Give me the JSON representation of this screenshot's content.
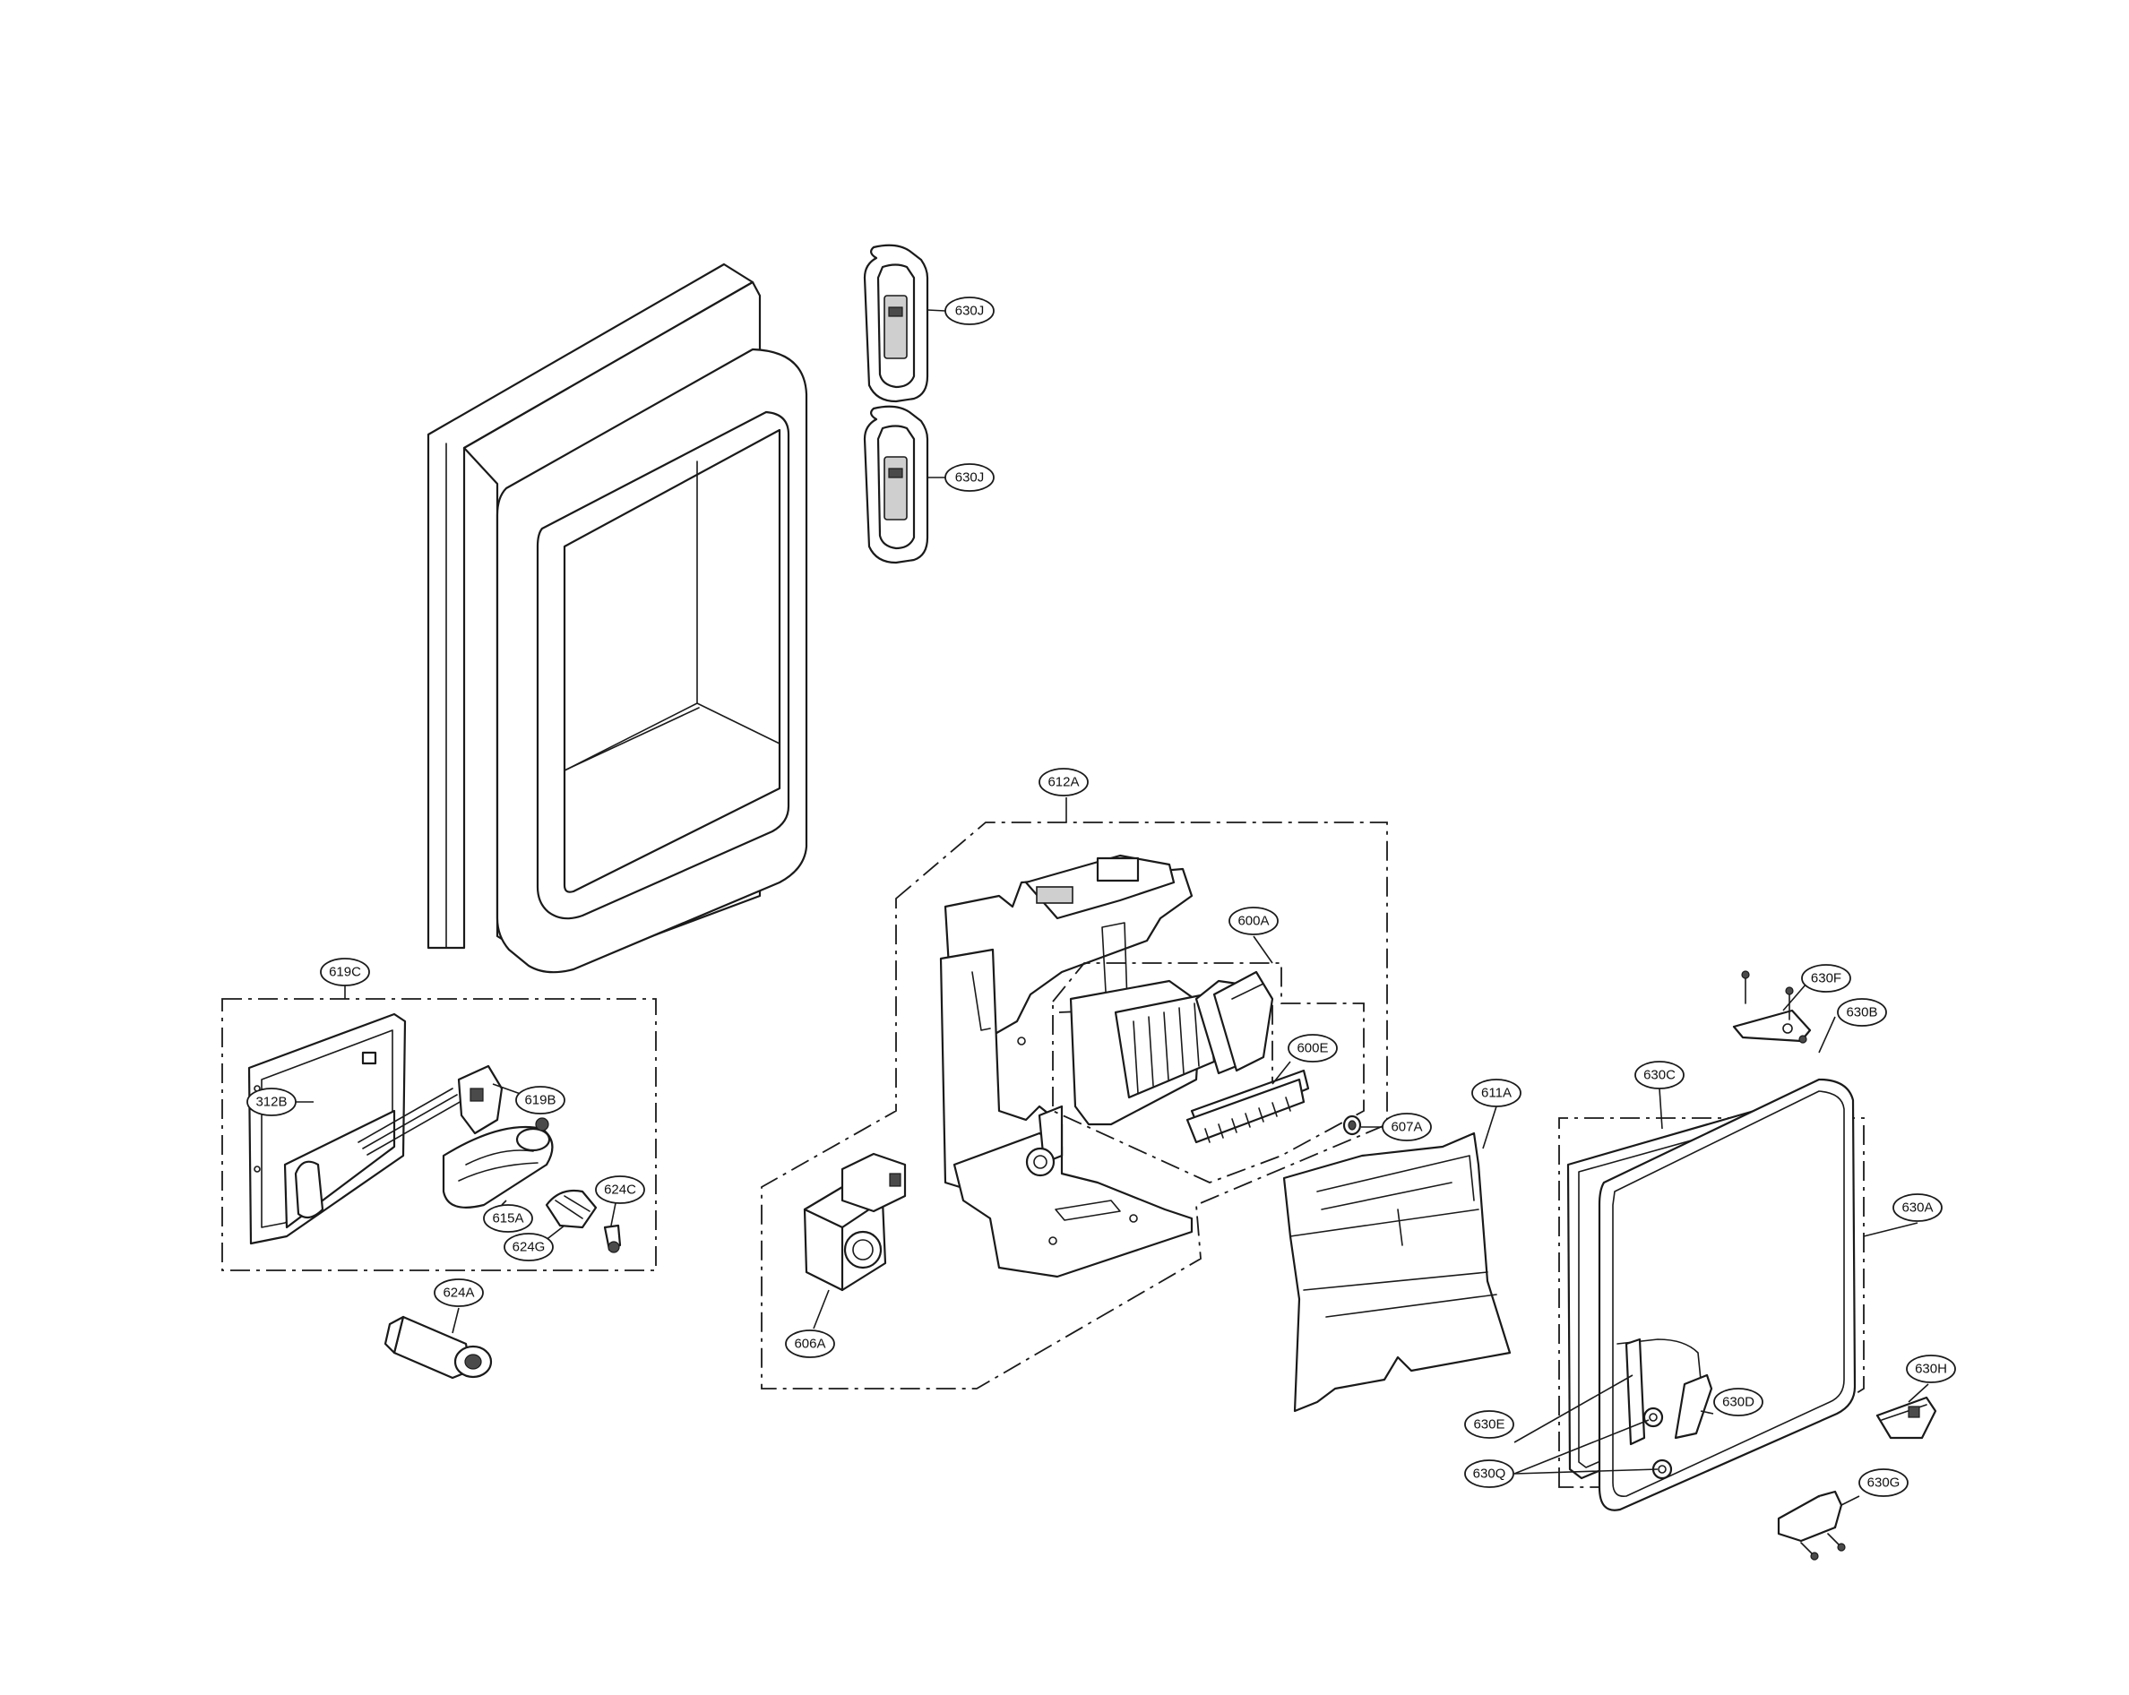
{
  "callouts": {
    "c630J_top": "630J",
    "c630J_bottom": "630J",
    "c612A": "612A",
    "c600A": "600A",
    "c600E": "600E",
    "c607A": "607A",
    "c611A": "611A",
    "c606A": "606A",
    "c619C": "619C",
    "c312B": "312B",
    "c619B": "619B",
    "c615A": "615A",
    "c624C": "624C",
    "c624G": "624G",
    "c624A": "624A",
    "c630F": "630F",
    "c630B": "630B",
    "c630C": "630C",
    "c630A": "630A",
    "c630H": "630H",
    "c630D": "630D",
    "c630E": "630E",
    "c630Q": "630Q",
    "c630G": "630G"
  }
}
